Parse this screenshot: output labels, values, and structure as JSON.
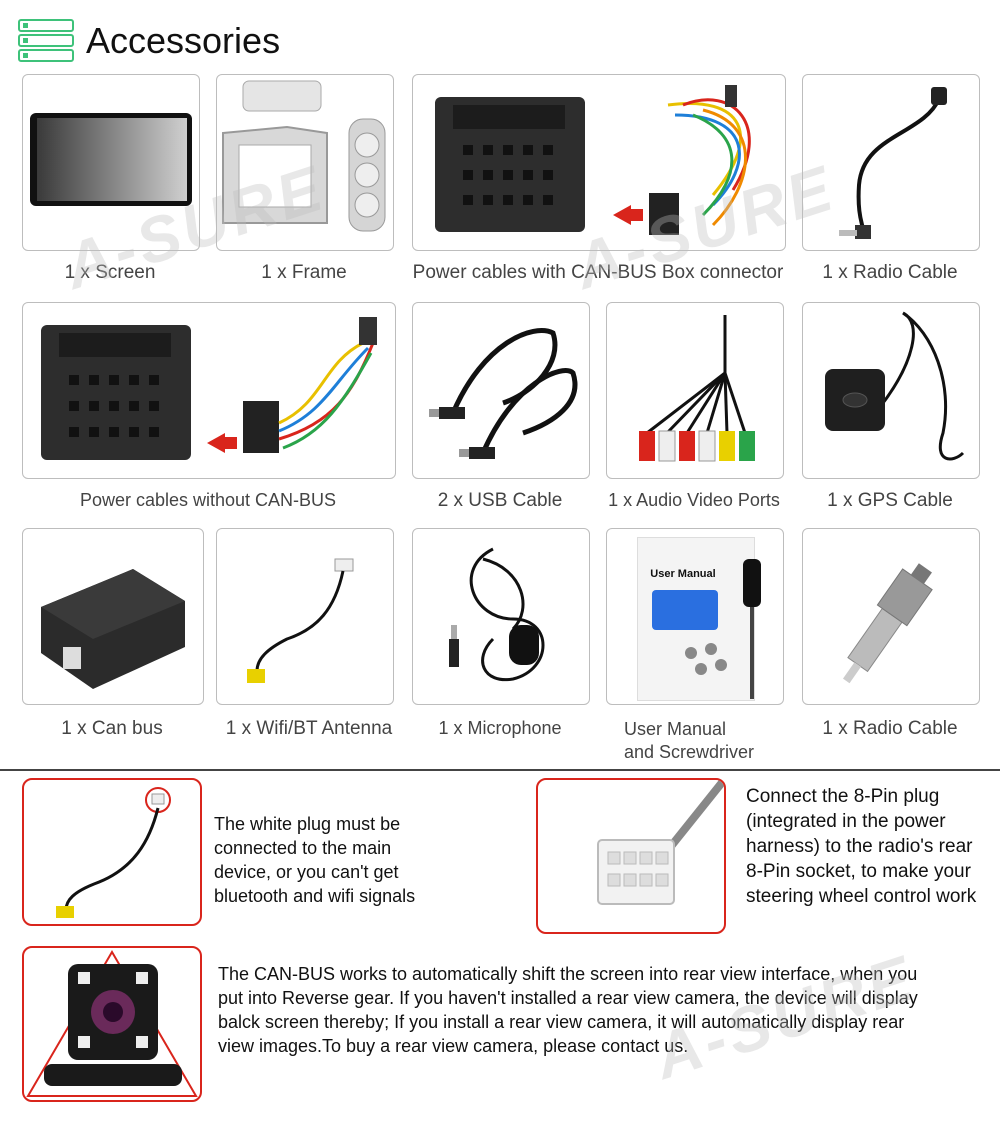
{
  "header": {
    "title": "Accessories",
    "icon": "list-icon"
  },
  "items": [
    {
      "caption": "1 x Screen"
    },
    {
      "caption": "1 x Frame"
    },
    {
      "caption": "Power cables with CAN-BUS Box connector"
    },
    {
      "caption": "1 x Radio Cable"
    },
    {
      "caption": "Power cables without CAN-BUS"
    },
    {
      "caption": "2 x USB Cable"
    },
    {
      "caption": "1 x Audio Video Ports"
    },
    {
      "caption": "1 x GPS Cable"
    },
    {
      "caption": "1 x Can bus"
    },
    {
      "caption": "1 x Wifi/BT  Antenna"
    },
    {
      "caption": "1 x Microphone"
    },
    {
      "caption_line1": "User Manual",
      "caption_line2": "and Screwdriver",
      "inner_label": "User Manual"
    },
    {
      "caption": "1 x Radio Cable"
    }
  ],
  "notes": {
    "wifi_plug": "The white plug must be connected to the main device, or you can't get bluetooth and wifi signals",
    "eight_pin": "Connect the 8-Pin plug (integrated in the power harness) to the radio's rear 8-Pin socket, to make your steering wheel control work",
    "canbus": "The CAN-BUS works to automatically shift the screen into rear view interface, when you put into Reverse gear. If you haven't installed a rear view camera, the device will display balck screen thereby; If you install a rear view camera, it will automatically display rear view images.To buy a rear view camera, please contact us."
  },
  "watermark": "A-SURE",
  "colors": {
    "accent_red": "#d9251c",
    "icon_green": "#3ec27a",
    "border": "#bdbdbd"
  }
}
